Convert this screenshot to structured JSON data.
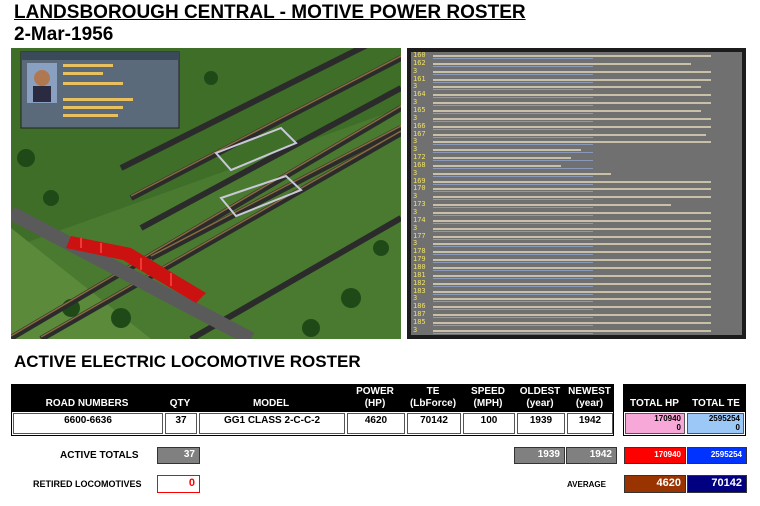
{
  "header": {
    "title": "LANDSBOROUGH CENTRAL - MOTIVE POWER ROSTER",
    "date": "2-Mar-1956"
  },
  "section_title": "ACTIVE ELECTRIC LOCOMOTIVE ROSTER",
  "table": {
    "columns": {
      "road_numbers": "ROAD NUMBERS",
      "qty": "QTY",
      "model": "MODEL",
      "power": "POWER (HP)",
      "te": "TE (LbForce)",
      "speed": "SPEED (MPH)",
      "oldest": "OLDEST (year)",
      "newest": "NEWEST (year)",
      "total_hp": "TOTAL HP",
      "total_te": "TOTAL TE"
    },
    "row": {
      "road_numbers": "6600-6636",
      "qty": "37",
      "model": "GG1 CLASS 2-C-C-2",
      "power": "4620",
      "te": "70142",
      "speed": "100",
      "oldest": "1939",
      "newest": "1942",
      "total_hp": "170940",
      "total_hp_sub": "0",
      "total_te": "2595254",
      "total_te_sub": "0"
    }
  },
  "totals": {
    "active_label": "ACTIVE TOTALS",
    "active_qty": "37",
    "oldest": "1939",
    "newest": "1942",
    "total_hp": "170940",
    "total_te": "2595254",
    "retired_label": "RETIRED LOCOMOTIVES",
    "retired_qty": "0",
    "average_label": "AVERAGE",
    "avg_hp": "4620",
    "avg_te": "70142"
  },
  "vehicle_list": {
    "numbers": [
      "160",
      "162",
      "3",
      "161",
      "3",
      "164",
      "3",
      "165",
      "3",
      "166",
      "167",
      "3",
      "3",
      "172",
      "168",
      "3",
      "169",
      "170",
      "3",
      "173",
      "3",
      "174",
      "3",
      "177",
      "3",
      "178",
      "179",
      "180",
      "181",
      "182",
      "183",
      "3",
      "186",
      "187",
      "185",
      "3"
    ]
  },
  "colors": {
    "hp_total_bg": "#f7a8d8",
    "te_total_bg": "#9cc8f7",
    "hp_active_bg": "#ff0000",
    "te_active_bg": "#0033ff",
    "hp_avg_bg": "#993300",
    "te_avg_bg": "#000080",
    "grey_box": "#808080"
  }
}
